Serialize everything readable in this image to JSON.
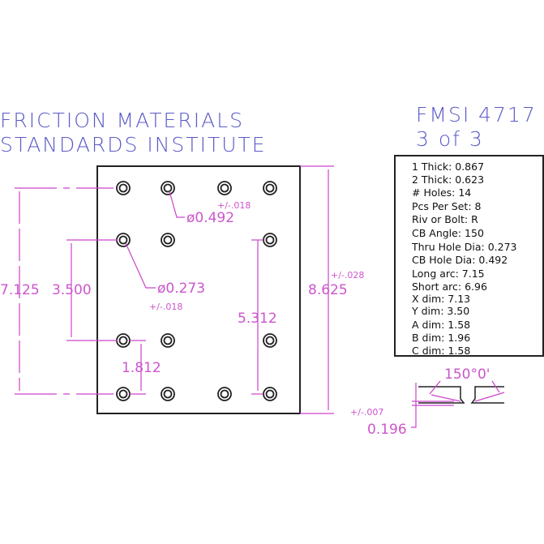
{
  "title": {
    "line1": "FRICTION MATERIALS",
    "line2": "STANDARDS INSTITUTE"
  },
  "part": {
    "number": "FMSI 4717",
    "sheet": "3 of 3"
  },
  "specs": [
    "1 Thick: 0.867",
    "2 Thick: 0.623",
    "# Holes: 14",
    "Pcs Per Set: 8",
    "Riv or Bolt: R",
    "CB Angle: 150",
    "Thru Hole Dia: 0.273",
    "CB Hole Dia: 0.492",
    "Long arc: 7.15",
    "Short arc: 6.96",
    "X dim: 7.13",
    "Y dim: 3.50",
    "A dim: 1.58",
    "B dim: 1.96",
    "C dim: 1.58"
  ],
  "dimensions": {
    "overall_hole_span": "7.125",
    "inner_hole_span": "3.500",
    "bottom_pitch": "1.812",
    "right_span": "5.312",
    "height": "8.625",
    "height_tol": "+/-.028",
    "cb_dia": "ø0.492",
    "cb_tol": "+/-.018",
    "thru_dia": "ø0.273",
    "thru_tol": "+/-.018",
    "angle": "150°0'",
    "depth": "0.196",
    "depth_tol": "+/-.007"
  },
  "colors": {
    "title": "#5a5ac8",
    "dimension": "#cc55cc",
    "outline": "#222222"
  }
}
